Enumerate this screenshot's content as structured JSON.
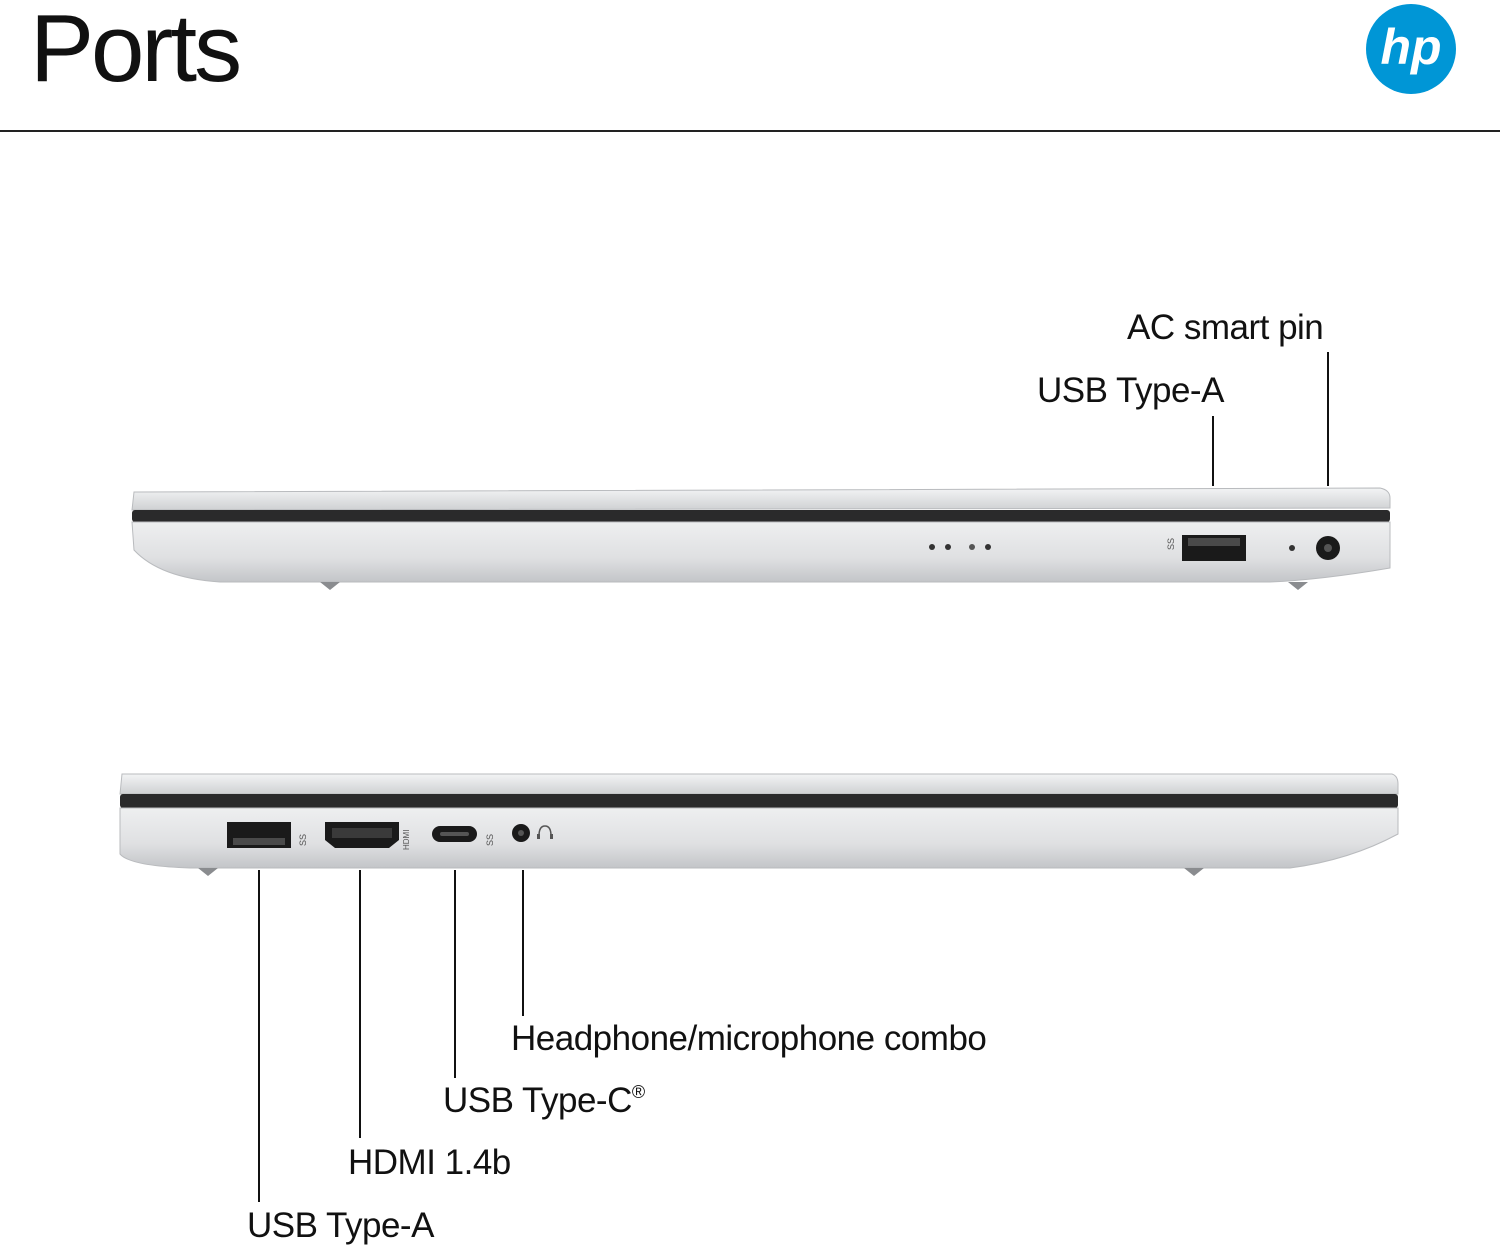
{
  "page": {
    "title": "Ports"
  },
  "brand": {
    "logo_text": "hp",
    "logo_color": "#0096d6"
  },
  "right_side": {
    "labels": {
      "ac_smart_pin": "AC smart pin",
      "usb_type_a": "USB Type-A"
    },
    "port_markings": {
      "usb_ss": "SS"
    }
  },
  "left_side": {
    "labels": {
      "headphone_combo": "Headphone/microphone combo",
      "usb_type_c": "USB Type-C",
      "usb_type_c_mark": "®",
      "hdmi": "HDMI 1.4b",
      "usb_type_a": "USB Type-A"
    },
    "port_markings": {
      "usb_ss": "SS",
      "hdmi": "HDMI"
    }
  },
  "colors": {
    "chassis": "#d9dadc",
    "chassis_highlight": "#f1f2f3",
    "chassis_shadow": "#a9abae",
    "port_black": "#1a1a1a"
  }
}
